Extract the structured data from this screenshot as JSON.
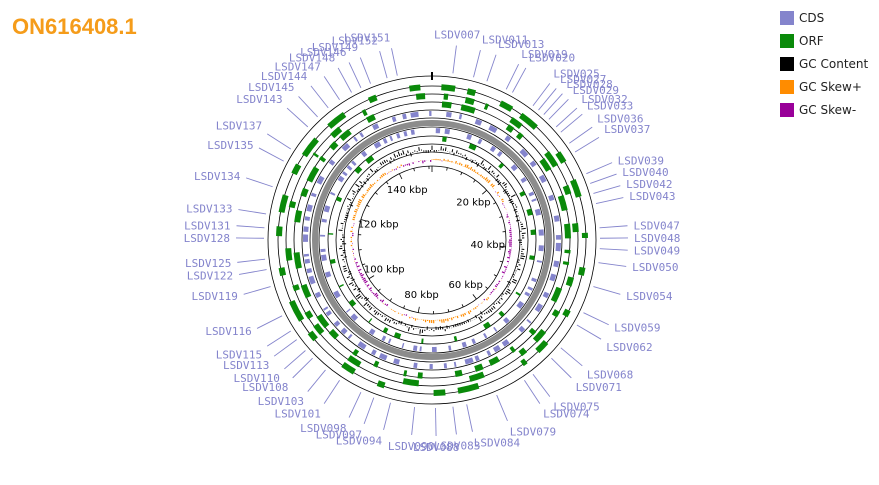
{
  "title": "ON616408.1",
  "legend": [
    {
      "label": "CDS",
      "color": "#8484cc"
    },
    {
      "label": "ORF",
      "color": "#0a8a0a"
    },
    {
      "label": "GC Content",
      "color": "#000000"
    },
    {
      "label": "GC Skew+",
      "color": "#ff8c00"
    },
    {
      "label": "GC Skew-",
      "color": "#990099"
    }
  ],
  "colors": {
    "cds": "#8484cc",
    "orf": "#0a8a0a",
    "gc": "#000000",
    "skew_pos": "#ff8c00",
    "skew_neg": "#990099",
    "backbone": "#8c8c8c",
    "label": "#8484cc"
  },
  "genome_length_kbp": 151,
  "scale_ticks": [
    {
      "label": "20 kbp",
      "kbp": 20
    },
    {
      "label": "40 kbp",
      "kbp": 40
    },
    {
      "label": "60 kbp",
      "kbp": 60
    },
    {
      "label": "80 kbp",
      "kbp": 80
    },
    {
      "label": "100 kbp",
      "kbp": 100
    },
    {
      "label": "120 kbp",
      "kbp": 120
    },
    {
      "label": "140 kbp",
      "kbp": 140
    }
  ],
  "gene_labels": [
    {
      "name": "LSDV007",
      "kbp": 3.0
    },
    {
      "name": "LSDV011",
      "kbp": 6.0
    },
    {
      "name": "LSDV013",
      "kbp": 8.0
    },
    {
      "name": "LSDV019",
      "kbp": 11.0
    },
    {
      "name": "LSDV020",
      "kbp": 12.0
    },
    {
      "name": "LSDV025",
      "kbp": 15.5
    },
    {
      "name": "LSDV027",
      "kbp": 16.5
    },
    {
      "name": "LSDV028",
      "kbp": 17.5
    },
    {
      "name": "LSDV029",
      "kbp": 18.5
    },
    {
      "name": "LSDV032",
      "kbp": 20.0
    },
    {
      "name": "LSDV033",
      "kbp": 21.0
    },
    {
      "name": "LSDV036",
      "kbp": 23.0
    },
    {
      "name": "LSDV037",
      "kbp": 24.5
    },
    {
      "name": "LSDV039",
      "kbp": 28.0
    },
    {
      "name": "LSDV040",
      "kbp": 29.5
    },
    {
      "name": "LSDV042",
      "kbp": 31.0
    },
    {
      "name": "LSDV043",
      "kbp": 32.5
    },
    {
      "name": "LSDV047",
      "kbp": 36.0
    },
    {
      "name": "LSDV048",
      "kbp": 37.5
    },
    {
      "name": "LSDV049",
      "kbp": 39.0
    },
    {
      "name": "LSDV050",
      "kbp": 41.0
    },
    {
      "name": "LSDV054",
      "kbp": 44.5
    },
    {
      "name": "LSDV059",
      "kbp": 48.5
    },
    {
      "name": "LSDV062",
      "kbp": 50.5
    },
    {
      "name": "LSDV068",
      "kbp": 54.5
    },
    {
      "name": "LSDV071",
      "kbp": 56.5
    },
    {
      "name": "LSDV075",
      "kbp": 60.0
    },
    {
      "name": "LSDV074",
      "kbp": 61.5
    },
    {
      "name": "LSDV079",
      "kbp": 66.0
    },
    {
      "name": "LSDV084",
      "kbp": 70.5
    },
    {
      "name": "LSDV083",
      "kbp": 72.5
    },
    {
      "name": "LSDV088",
      "kbp": 75.0
    },
    {
      "name": "LSDV090",
      "kbp": 78.0
    },
    {
      "name": "LSDV094",
      "kbp": 81.5
    },
    {
      "name": "LSDV097",
      "kbp": 84.0
    },
    {
      "name": "LSDV098",
      "kbp": 86.0
    },
    {
      "name": "LSDV101",
      "kbp": 89.5
    },
    {
      "name": "LSDV103",
      "kbp": 92.0
    },
    {
      "name": "LSDV108",
      "kbp": 94.5
    },
    {
      "name": "LSDV110",
      "kbp": 96.0
    },
    {
      "name": "LSDV113",
      "kbp": 98.0
    },
    {
      "name": "LSDV115",
      "kbp": 99.5
    },
    {
      "name": "LSDV116",
      "kbp": 102.0
    },
    {
      "name": "LSDV119",
      "kbp": 106.5
    },
    {
      "name": "LSDV122",
      "kbp": 109.0
    },
    {
      "name": "LSDV125",
      "kbp": 110.5
    },
    {
      "name": "LSDV128",
      "kbp": 113.5
    },
    {
      "name": "LSDV131",
      "kbp": 115.0
    },
    {
      "name": "LSDV133",
      "kbp": 117.0
    },
    {
      "name": "LSDV134",
      "kbp": 121.0
    },
    {
      "name": "LSDV135",
      "kbp": 125.0
    },
    {
      "name": "LSDV137",
      "kbp": 127.0
    },
    {
      "name": "LSDV143",
      "kbp": 131.0
    },
    {
      "name": "LSDV145",
      "kbp": 133.0
    },
    {
      "name": "LSDV144",
      "kbp": 135.0
    },
    {
      "name": "LSDV147",
      "kbp": 137.0
    },
    {
      "name": "LSDV148",
      "kbp": 139.0
    },
    {
      "name": "LSDV146",
      "kbp": 140.5
    },
    {
      "name": "LSDV149",
      "kbp": 142.0
    },
    {
      "name": "LSDV152",
      "kbp": 144.5
    },
    {
      "name": "LSDV151",
      "kbp": 146.0
    }
  ]
}
